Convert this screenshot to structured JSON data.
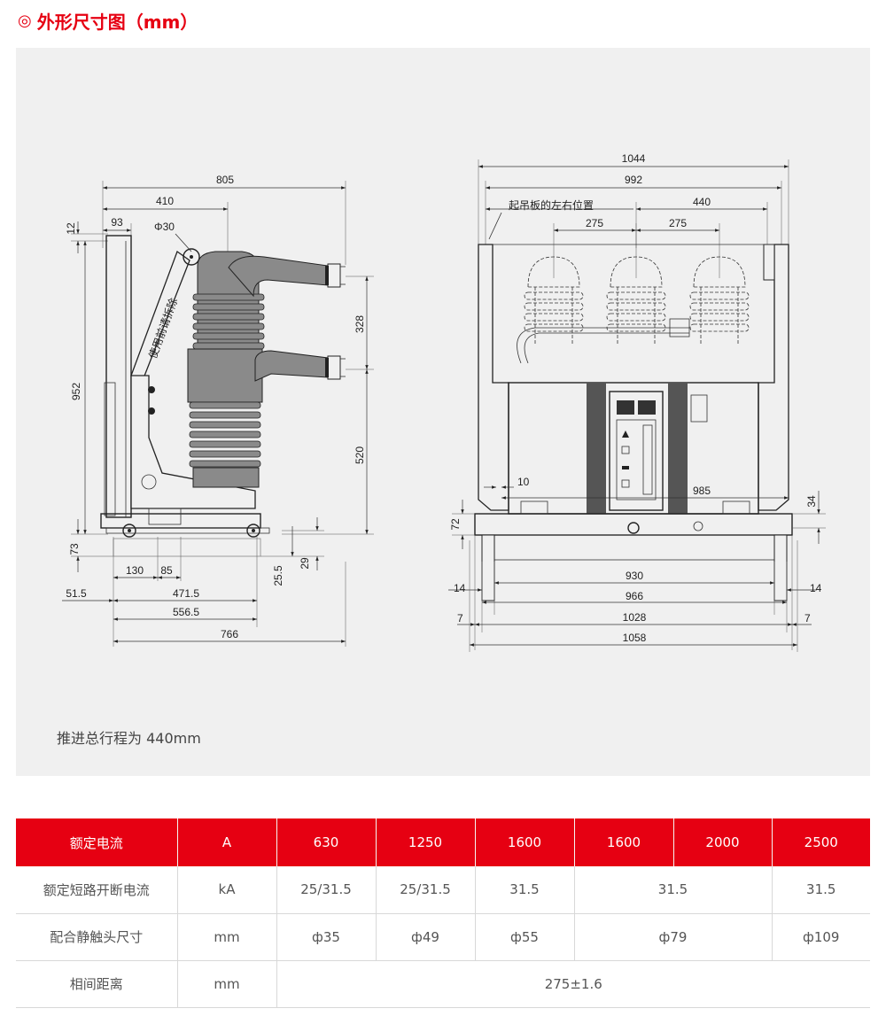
{
  "heading": {
    "mark": "◎",
    "title": "外形尺寸图（mm）"
  },
  "drawing": {
    "side_view": {
      "top_dims": [
        "805",
        "410",
        "93"
      ],
      "phi_label": "Φ30",
      "dim_12": "12",
      "dim_952": "952",
      "dim_328": "328",
      "dim_520": "520",
      "dim_73": "73",
      "dim_25_5": "25.5",
      "dim_29": "29",
      "dim_130": "130",
      "dim_85": "85",
      "dim_51_5": "51.5",
      "dim_471_5": "471.5",
      "dim_556_5": "556.5",
      "dim_766": "766",
      "arm_text": "使用前请拆除"
    },
    "front_view": {
      "dim_1044": "1044",
      "dim_992": "992",
      "lift_label": "起吊板的左右位置",
      "dim_440": "440",
      "dim_275a": "275",
      "dim_275b": "275",
      "dim_10": "10",
      "dim_985": "985",
      "dim_72": "72",
      "dim_34": "34",
      "dim_930": "930",
      "dim_14a": "14",
      "dim_14b": "14",
      "dim_966": "966",
      "dim_7a": "7",
      "dim_7b": "7",
      "dim_1028": "1028",
      "dim_1058": "1058"
    },
    "note": "推进总行程为 440mm"
  },
  "table": {
    "header": [
      "额定电流",
      "A",
      "630",
      "1250",
      "1600",
      "1600",
      "2000",
      "2500"
    ],
    "rows": [
      {
        "label": "额定短路开断电流",
        "unit": "kA",
        "v1": "25/31.5",
        "v2": "25/31.5",
        "v3": "31.5",
        "v4": "31.5",
        "v5": "31.5"
      },
      {
        "label": "配合静触头尺寸",
        "unit": "mm",
        "v1": "ф35",
        "v2": "ф49",
        "v3": "ф55",
        "v4": "ф79",
        "v5": "ф109"
      },
      {
        "label": "相间距离",
        "unit": "mm",
        "v1": "275±1.6"
      }
    ]
  },
  "colors": {
    "accent": "#e60012",
    "panel_bg": "#f0f0f0"
  }
}
